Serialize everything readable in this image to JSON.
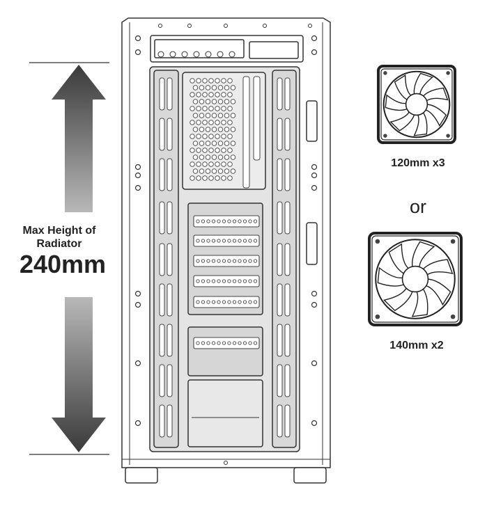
{
  "radiator": {
    "label_line1": "Max Height of",
    "label_line2": "Radiator",
    "value": "240mm"
  },
  "fans": {
    "small": {
      "label": "120mm x3"
    },
    "large": {
      "label": "140mm x2"
    },
    "or_text": "or"
  },
  "colors": {
    "line": "#333333",
    "panel_fill": "#e4e4e4",
    "arrow_dark": "#3a3a3a",
    "arrow_light": "#b5b5b5"
  }
}
